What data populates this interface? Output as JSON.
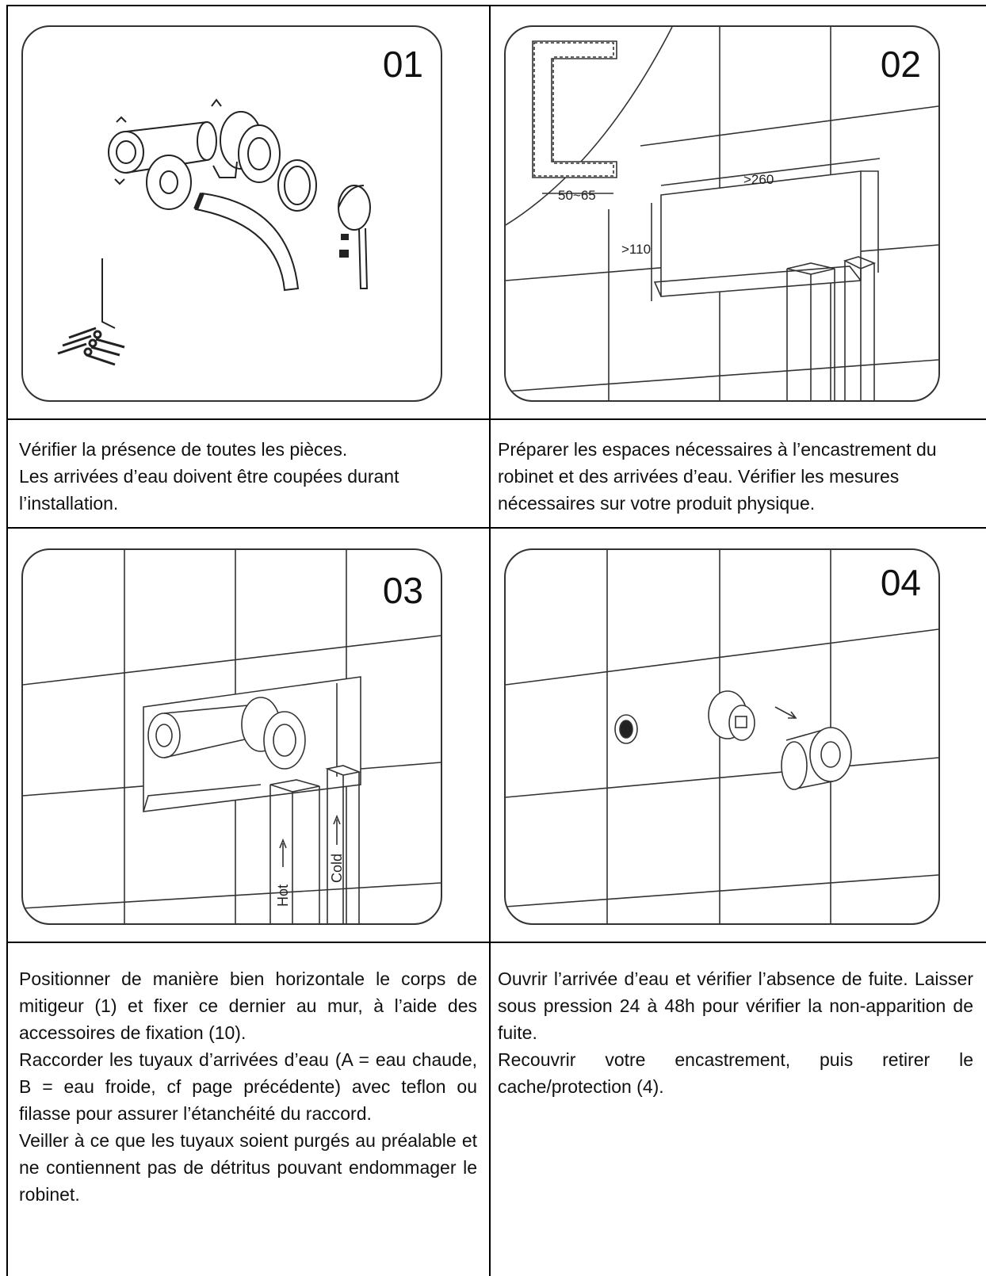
{
  "steps": [
    {
      "number": "01",
      "lines": [
        "Vérifier la présence de toutes les pièces.",
        "Les arrivées d’eau doivent être coupées durant l’installation."
      ]
    },
    {
      "number": "02",
      "dimensions": {
        "wall_depth": "50~65",
        "width": ">260",
        "height": ">110"
      },
      "lines": [
        "Préparer les espaces nécessaires à l’encastrement du robinet et des arrivées d’eau. Vérifier les mesures nécessaires sur votre produit physique."
      ]
    },
    {
      "number": "03",
      "pipe_labels": {
        "hot": "Hot",
        "cold": "Cold"
      },
      "lines": [
        "Positionner de manière bien horizontale le corps de mitigeur (1) et fixer ce dernier au mur, à l’aide des accessoires de fixation (10).",
        "Raccorder les tuyaux d’arrivées d’eau (A = eau chaude, B = eau froide, cf page précédente) avec teflon ou filasse pour assurer l’étanchéité du raccord.",
        "Veiller à ce que les tuyaux soient purgés au préalable et ne contiennent pas de détritus pouvant endommager le robinet."
      ]
    },
    {
      "number": "04",
      "lines": [
        "Ouvrir l’arrivée d’eau et vérifier l’absence de fuite. Laisser sous pression 24 à 48h pour vérifier la non-apparition de fuite.",
        "Recouvrir votre encastrement, puis retirer le cache/protection (4)."
      ]
    }
  ]
}
